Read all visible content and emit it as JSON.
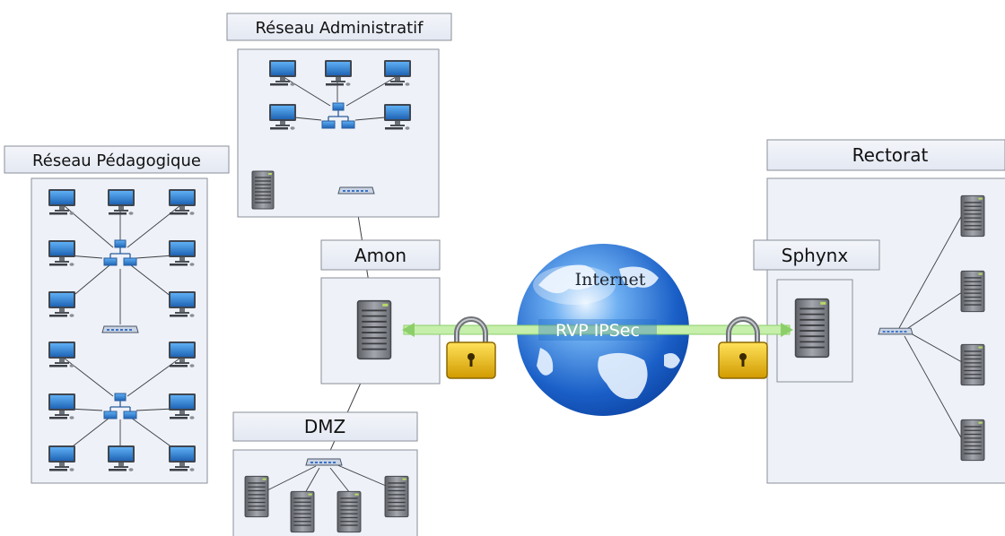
{
  "labels": {
    "admin": "Réseau Administratif",
    "pedago": "Réseau Pédagogique",
    "rectorat": "Rectorat",
    "amon": "Amon",
    "sphynx": "Sphynx",
    "dmz": "DMZ",
    "internet": "Internet",
    "vpn": "RVP IPSec"
  },
  "colors": {
    "label_bg": "#e9edf6",
    "zone_bg": "#eef1f7",
    "zone_border": "#8a8f98",
    "vpn_line": "#b7e89b",
    "globe_dark": "#0b3f9e",
    "globe_light": "#6fb0f2",
    "lock_gold": "#e8b400",
    "monitor_blue": "#2f7fd0"
  },
  "icons": {
    "workstation": "desktop-computer-icon",
    "server": "server-tower-icon",
    "hub": "network-hub-icon",
    "switch": "network-switch-icon",
    "lock": "padlock-icon",
    "globe": "globe-icon"
  }
}
